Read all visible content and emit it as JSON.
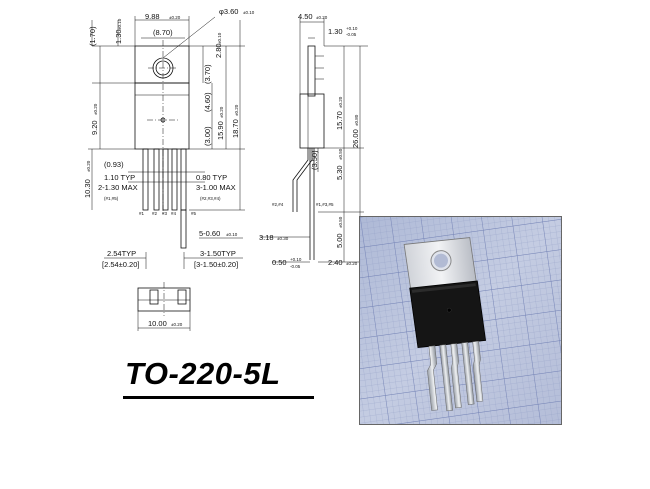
{
  "title": "TO-220-5L",
  "front_view": {
    "top_width": "9.88",
    "top_width_tol": "±0.20",
    "hole": "φ3.60",
    "hole_tol": "±0.10",
    "inner_width": "(8.70)",
    "left_top_ref": "(1.70)",
    "tab_top": "1.30",
    "tab_top_tol": "±0.10",
    "tab_right": "2.80",
    "tab_right_tol": "±0.10",
    "tab_h_ref": "(3.70)",
    "body_h_ref": "(4.60)",
    "lower_ref": "(3.00)",
    "body_total": "15.90",
    "body_total_tol": "±0.20",
    "overall": "18.70",
    "overall_tol": "±0.20",
    "body_left": "9.20",
    "body_left_tol": "±0.20",
    "lead_left": "10.30",
    "lead_left_tol": "±0.20",
    "lead_pitch_ref": "(0.93)",
    "lead_w1": "1.10 TYP",
    "lead_w2": "0.80 TYP",
    "max_left": "2-1.30 MAX",
    "max_left_pins": "(#1,#5)",
    "max_right": "3-1.00 MAX",
    "max_right_pins": "(#2,#3,#4)",
    "pin_labels": [
      "#1",
      "#2",
      "#3",
      "#4",
      "#5"
    ],
    "lead_rad": "5-0.60",
    "lead_rad_tol": "±0.10",
    "pitch_a": "2.54TYP",
    "pitch_a_detail": "[2.54±0.20]",
    "pitch_b": "3-1.50TYP",
    "pitch_b_detail": "[3-1.50±0.20]"
  },
  "bottom_view": {
    "width": "10.00",
    "width_tol": "±0.20"
  },
  "side_view": {
    "thickness": "4.50",
    "thickness_tol": "±0.20",
    "tab_t": "1.30",
    "tab_t_tol_top": "+0.10",
    "tab_t_tol_bot": "-0.05",
    "h1": "15.70",
    "h1_tol": "±0.20",
    "total": "26.00",
    "total_tol": "±0.80",
    "bend_ref": "(3.50)",
    "h2": "5.30",
    "h2_tol": "±0.50",
    "pins_left": "#2,#4",
    "pins_right": "#1,#3,#5",
    "h3": "5.00",
    "h3_tol": "±0.50",
    "offset": "3.18",
    "offset_tol": "±0.30",
    "lead_t": "0.50",
    "lead_t_tol_top": "+0.10",
    "lead_t_tol_bot": "-0.05",
    "bottom": "2.40",
    "bottom_tol": "±0.20"
  }
}
